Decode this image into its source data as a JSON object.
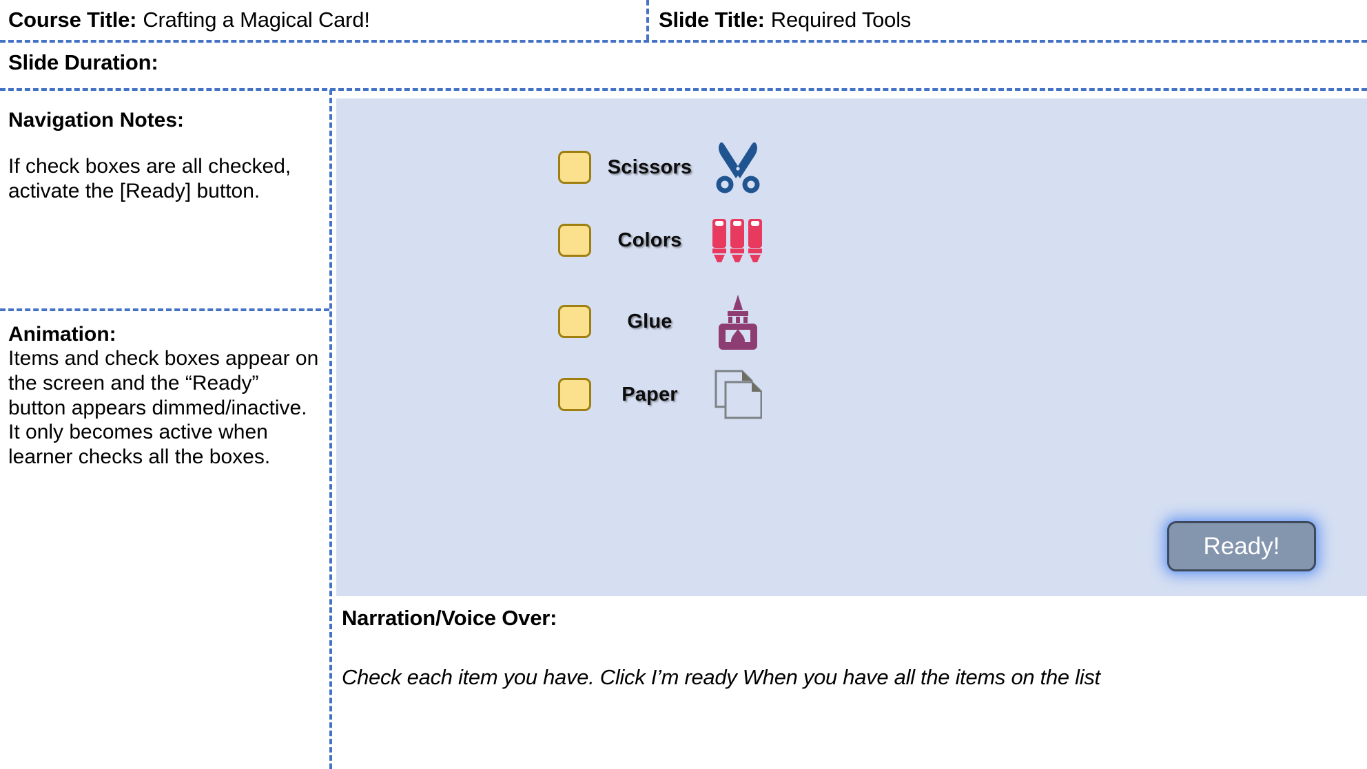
{
  "header": {
    "course_title_label": "Course Title:",
    "course_title_value": "Crafting a Magical Card!",
    "slide_title_label": "Slide Title:",
    "slide_title_value": "Required Tools",
    "slide_duration_label": "Slide Duration:",
    "slide_duration_value": ""
  },
  "left_panel": {
    "navigation_notes_title": "Navigation Notes:",
    "navigation_notes_body": "If check boxes are all checked, activate the [Ready] button.",
    "animation_title": "Animation:",
    "animation_body": "Items and check boxes appear on the screen and the “Ready” button appears dimmed/inactive. It only becomes active when learner checks all the boxes."
  },
  "slide": {
    "background_color": "#D6DFF2",
    "items": [
      {
        "label": "Scissors",
        "icon": "scissors-icon",
        "icon_color": "#1F5490",
        "checked": false
      },
      {
        "label": "Colors",
        "icon": "markers-icon",
        "icon_color": "#E83A5F",
        "checked": false
      },
      {
        "label": "Glue",
        "icon": "glue-bottle-icon",
        "icon_color": "#8E3D72",
        "checked": false
      },
      {
        "label": "Paper",
        "icon": "paper-sheets-icon",
        "icon_color": "#7C8285",
        "checked": false
      }
    ],
    "checkbox_fill": "#FBE08D",
    "checkbox_border": "#9E7F10",
    "ready_button_label": "Ready!",
    "ready_button_fill": "#8495AE",
    "ready_button_glow": "#7EA6F0"
  },
  "narration": {
    "title": "Narration/Voice Over:",
    "text": "Check each item you have. Click I’m ready When you have all the items on the list"
  },
  "theme": {
    "rule_color": "#4472C4"
  }
}
